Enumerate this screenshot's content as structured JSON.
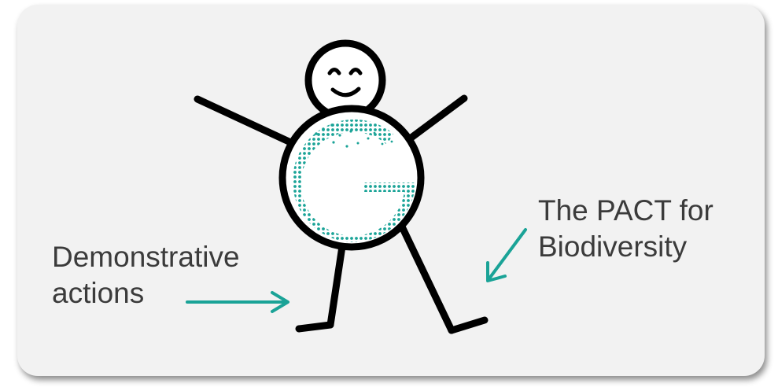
{
  "labels": {
    "left": {
      "line1": "Demonstrative",
      "line2": "actions"
    },
    "right": {
      "line1": "The PACT for",
      "line2": "Biodiversity"
    }
  },
  "colors": {
    "background": "#f2f2f2",
    "stroke": "#000000",
    "accent": "#1aa397",
    "text": "#3b3b3b"
  },
  "icons": {
    "figure": "stick-figure-icon",
    "face": "smiley-face-icon",
    "logo": "dotted-g-logo-icon",
    "arrow_left": "arrow-right-icon",
    "arrow_right": "arrow-down-left-icon"
  }
}
